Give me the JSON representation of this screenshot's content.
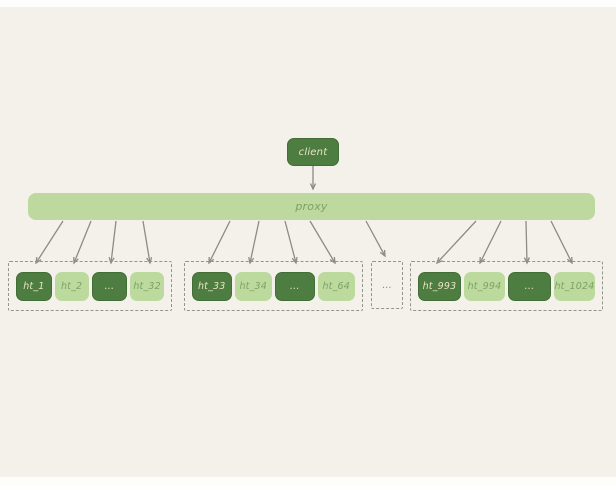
{
  "diagram": {
    "client": {
      "label": "client"
    },
    "proxy": {
      "label": "proxy"
    },
    "groups": [
      {
        "boxes": [
          {
            "label": "ht_1",
            "variant": "dark"
          },
          {
            "label": "ht_2",
            "variant": "light"
          },
          {
            "label": "...",
            "variant": "dark"
          },
          {
            "label": "ht_32",
            "variant": "light"
          }
        ]
      },
      {
        "boxes": [
          {
            "label": "ht_33",
            "variant": "dark"
          },
          {
            "label": "ht_34",
            "variant": "light"
          },
          {
            "label": "...",
            "variant": "dark"
          },
          {
            "label": "ht_64",
            "variant": "light"
          }
        ]
      },
      {
        "boxes": [
          {
            "label": "ht_993",
            "variant": "dark"
          },
          {
            "label": "ht_994",
            "variant": "light"
          },
          {
            "label": "...",
            "variant": "dark"
          },
          {
            "label": "ht_1024",
            "variant": "light"
          }
        ]
      }
    ],
    "ellipsis_label": "..."
  },
  "colors": {
    "canvas_background": "#f3f1ea",
    "dark_node": "#4e7d41",
    "light_node": "#bdda9e",
    "dark_node_text": "#e9e5c4",
    "light_node_text": "#7da163",
    "arrow": "#8b8b88",
    "group_dashed_border": "#94948f",
    "ellipsis_text": "#8b8b88"
  }
}
